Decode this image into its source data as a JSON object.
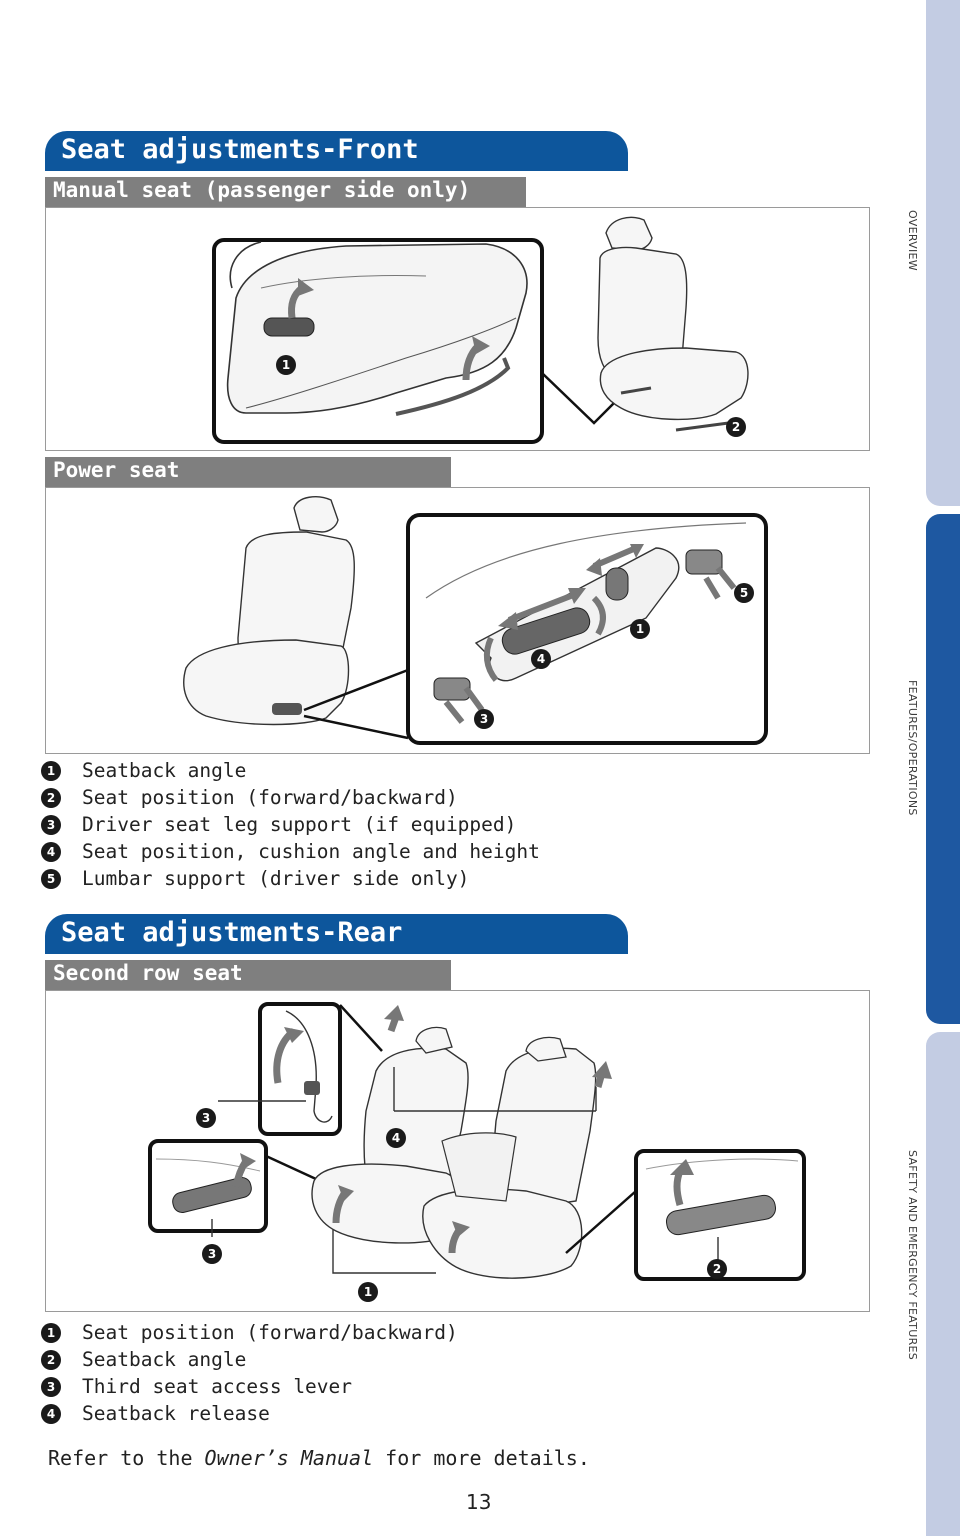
{
  "side_tabs": [
    "OVERVIEW",
    "FEATURES/OPERATIONS",
    "SAFETY AND EMERGENCY FEATURES"
  ],
  "front": {
    "title": "Seat adjustments-Front",
    "manual_title": "Manual seat (passenger side only)",
    "power_title": "Power seat",
    "legend": [
      {
        "num": "1",
        "text": "Seatback angle"
      },
      {
        "num": "2",
        "text": "Seat position (forward/backward)"
      },
      {
        "num": "3",
        "text": "Driver seat leg support (if equipped)"
      },
      {
        "num": "4",
        "text": "Seat position, cushion angle and height"
      },
      {
        "num": "5",
        "text": "Lumbar support (driver side only)"
      }
    ]
  },
  "rear": {
    "title": "Seat adjustments-Rear",
    "second_row_title": "Second row seat",
    "legend": [
      {
        "num": "1",
        "text": "Seat position (forward/backward)"
      },
      {
        "num": "2",
        "text": "Seatback angle"
      },
      {
        "num": "3",
        "text": "Third seat access lever"
      },
      {
        "num": "4",
        "text": "Seatback release"
      }
    ]
  },
  "footnote": {
    "before": "Refer to the ",
    "manual": "Owner’s Manual",
    "after": " for more details."
  },
  "page_number": "13",
  "callouts": {
    "manual": [
      "1",
      "2"
    ],
    "power": [
      "1",
      "4",
      "5",
      "3"
    ],
    "rear": [
      "3",
      "4",
      "3",
      "1",
      "2"
    ]
  }
}
